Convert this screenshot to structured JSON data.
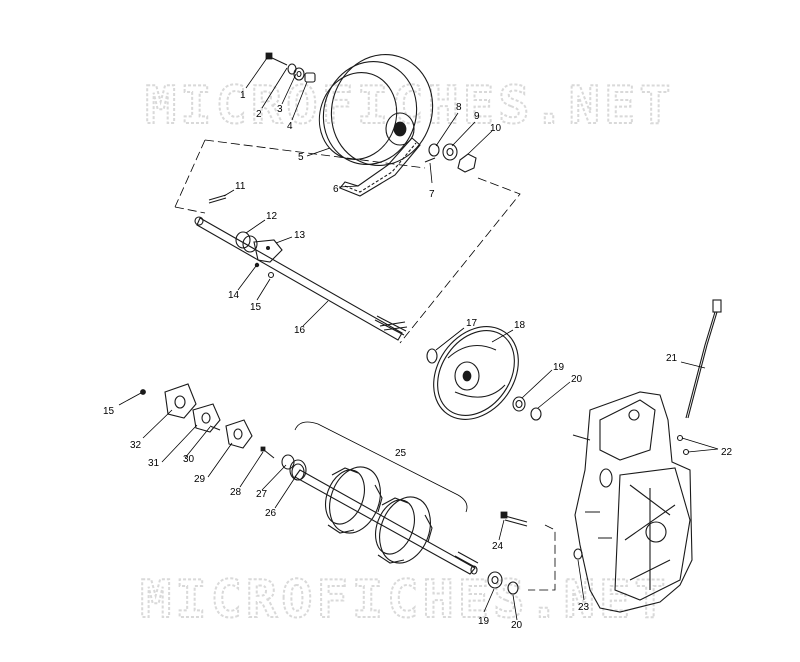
{
  "watermark": "MICROFICHES.NET",
  "callouts": [
    {
      "id": "c1",
      "text": "1"
    },
    {
      "id": "c2",
      "text": "2"
    },
    {
      "id": "c3",
      "text": "3"
    },
    {
      "id": "c4",
      "text": "4"
    },
    {
      "id": "c5",
      "text": "5"
    },
    {
      "id": "c6",
      "text": "6"
    },
    {
      "id": "c7",
      "text": "7"
    },
    {
      "id": "c8",
      "text": "8"
    },
    {
      "id": "c9",
      "text": "9"
    },
    {
      "id": "c10",
      "text": "10"
    },
    {
      "id": "c11",
      "text": "11"
    },
    {
      "id": "c12",
      "text": "12"
    },
    {
      "id": "c13",
      "text": "13"
    },
    {
      "id": "c14",
      "text": "14"
    },
    {
      "id": "c15a",
      "text": "15"
    },
    {
      "id": "c16",
      "text": "16"
    },
    {
      "id": "c17",
      "text": "17"
    },
    {
      "id": "c18",
      "text": "18"
    },
    {
      "id": "c19a",
      "text": "19"
    },
    {
      "id": "c20a",
      "text": "20"
    },
    {
      "id": "c21",
      "text": "21"
    },
    {
      "id": "c22",
      "text": "22"
    },
    {
      "id": "c15b",
      "text": "15"
    },
    {
      "id": "c32",
      "text": "32"
    },
    {
      "id": "c31",
      "text": "31"
    },
    {
      "id": "c30",
      "text": "30"
    },
    {
      "id": "c29",
      "text": "29"
    },
    {
      "id": "c28",
      "text": "28"
    },
    {
      "id": "c27",
      "text": "27"
    },
    {
      "id": "c26",
      "text": "26"
    },
    {
      "id": "c25",
      "text": "25"
    },
    {
      "id": "c24",
      "text": "24"
    },
    {
      "id": "c23",
      "text": "23"
    },
    {
      "id": "c19b",
      "text": "19"
    },
    {
      "id": "c20b",
      "text": "20"
    }
  ]
}
